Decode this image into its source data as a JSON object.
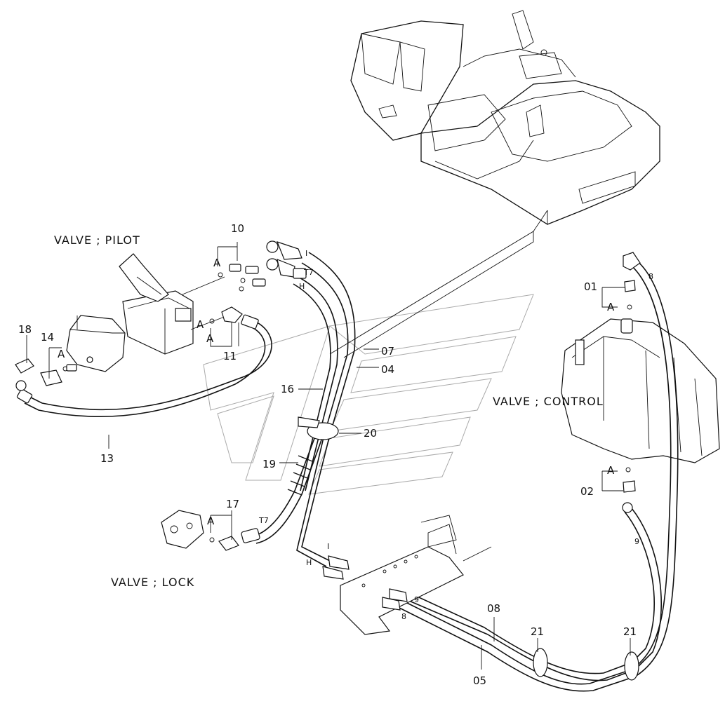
{
  "titles": {
    "valve_pilot": "VALVE ; PILOT",
    "valve_control": "VALVE ; CONTROL",
    "valve_lock": "VALVE ; LOCK"
  },
  "callouts": {
    "p01": "01",
    "p02": "02",
    "p04": "04",
    "p05": "05",
    "p07": "07",
    "p08": "08",
    "p10": "10",
    "p11": "11",
    "p13": "13",
    "p14": "14",
    "p16": "16",
    "p17": "17",
    "p18": "18",
    "p19": "19",
    "p20": "20",
    "p21a": "21",
    "p21b": "21"
  },
  "port_marks": {
    "a1": "A",
    "a2": "A",
    "a3": "A",
    "a4": "A",
    "a5": "A",
    "a6": "A",
    "a7": "A",
    "i_top": "I",
    "t7_top": "T7",
    "h_top": "H",
    "t7_lock": "T7",
    "i_bot": "I",
    "h_bot": "H",
    "n8_top": "8",
    "n9_right": "9",
    "n9_bot": "9",
    "n8_bot": "8"
  }
}
